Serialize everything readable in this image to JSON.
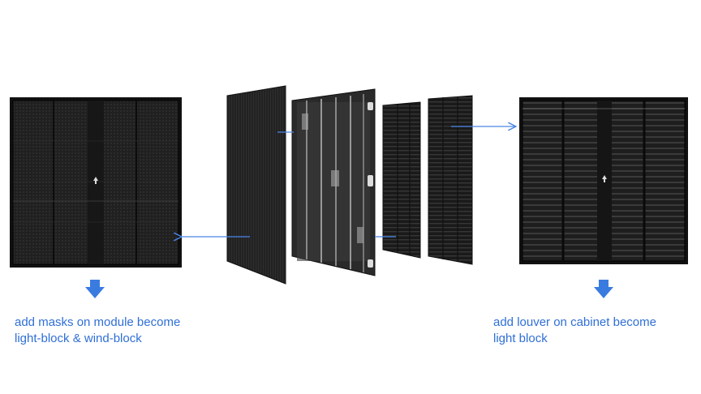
{
  "diagram": {
    "left_caption": {
      "line1": "add masks on module become",
      "line2": "light-block & wind-block"
    },
    "right_caption": {
      "line1": "add louver on cabinet become",
      "line2": "light block"
    },
    "components": [
      {
        "id": "cabinet-with-masks",
        "icon": "led-cabinet-masked"
      },
      {
        "id": "mask-panel",
        "icon": "mesh-mask-panel"
      },
      {
        "id": "cabinet-frame",
        "icon": "led-module-frame"
      },
      {
        "id": "louver-panel-small",
        "icon": "louver-panel"
      },
      {
        "id": "louver-panel-large",
        "icon": "louver-panel"
      },
      {
        "id": "cabinet-with-louver",
        "icon": "led-cabinet-louvered"
      }
    ],
    "colors": {
      "arrow": "#4a86e8",
      "down_arrow": "#3a7be0",
      "text": "#2f6fd6",
      "panel": "#1c1c1c"
    }
  }
}
